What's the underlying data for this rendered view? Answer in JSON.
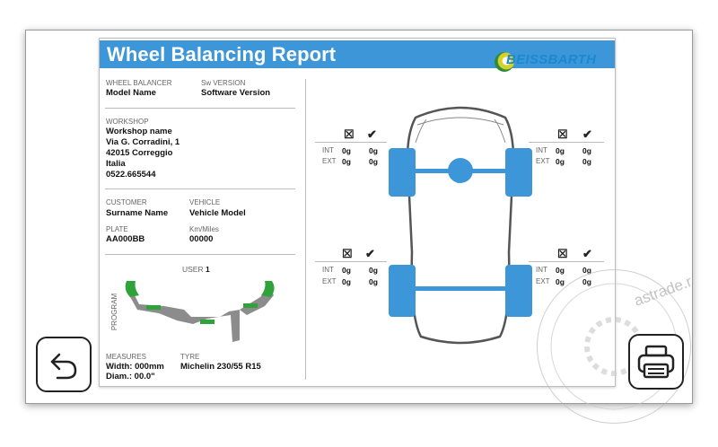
{
  "report": {
    "title": "Wheel Balancing Report",
    "logo_text": "BEISSBARTH",
    "balancer_label": "WHEEL BALANCER",
    "balancer_value": "Model Name",
    "sw_label": "Sw VERSION",
    "sw_value": "Software Version",
    "workshop_label": "WORKSHOP",
    "workshop_name": "Workshop name",
    "workshop_street": "Via G. Corradini, 1",
    "workshop_city": "42015 Correggio",
    "workshop_country": "Italia",
    "workshop_phone": "0522.665544",
    "customer_label": "CUSTOMER",
    "customer_value": "Surname Name",
    "vehicle_label": "VEHICLE",
    "vehicle_value": "Vehicle Model",
    "plate_label": "PLATE",
    "plate_value": "AA000BB",
    "km_label": "Km/Miles",
    "km_value": "00000",
    "user_label": "USER",
    "user_value": "1",
    "program_label": "PROGRAM",
    "measures_label": "MEASURES",
    "width_value": "Width: 000mm",
    "diam_value": "Diam.: 00.0\"",
    "tyre_label": "TYRE",
    "tyre_value": "Michelin 230/55 R15"
  },
  "wheels": {
    "int_label": "INT",
    "ext_label": "EXT",
    "fl": {
      "int_a": "0g",
      "int_b": "0g",
      "ext_a": "0g",
      "ext_b": "0g"
    },
    "fr": {
      "int_a": "0g",
      "int_b": "0g",
      "ext_a": "0g",
      "ext_b": "0g"
    },
    "rl": {
      "int_a": "0g",
      "int_b": "0g",
      "ext_a": "0g",
      "ext_b": "0g"
    },
    "rr": {
      "int_a": "0g",
      "int_b": "0g",
      "ext_a": "0g",
      "ext_b": "0g"
    }
  },
  "icons": {
    "back": "back-arrow-icon",
    "print": "printer-icon",
    "cross": "cross-box-icon",
    "check": "check-icon"
  },
  "colors": {
    "accent": "#3d96d8",
    "wheel": "#3d96d8",
    "weight_green": "#2fa33a"
  },
  "watermark": {
    "text": "astrade.ru"
  }
}
